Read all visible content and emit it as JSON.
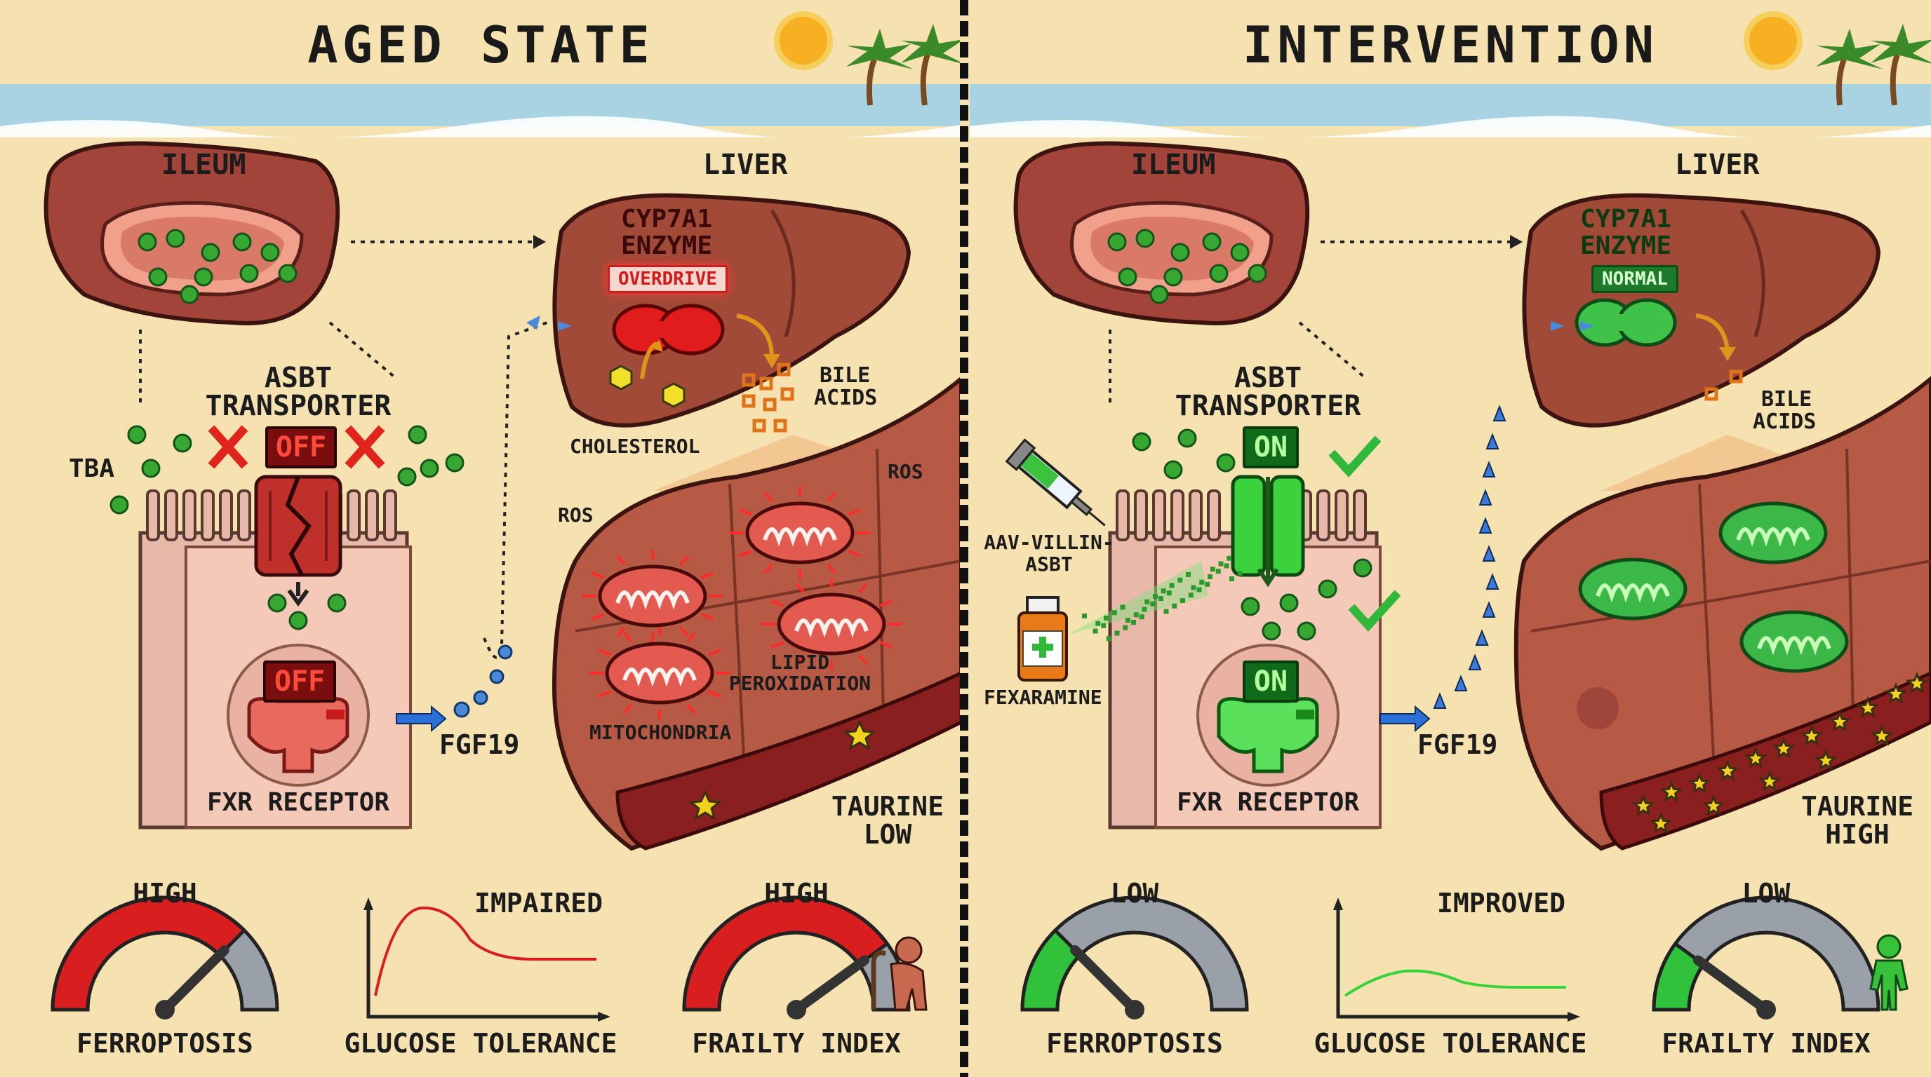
{
  "aged": {
    "title": "AGED STATE",
    "ileum": "ILEUM",
    "liver": "LIVER",
    "enzyme_line1": "CYP7A1",
    "enzyme_line2": "ENZYME",
    "enzyme_status": "OVERDRIVE",
    "bile_line1": "BILE",
    "bile_line2": "ACIDS",
    "cholesterol": "CHOLESTEROL",
    "asbt_line1": "ASBT",
    "asbt_line2": "TRANSPORTER",
    "asbt_status": "OFF",
    "tba": "TBA",
    "fxr_status": "OFF",
    "fxr_label": "FXR RECEPTOR",
    "fgf19": "FGF19",
    "ros_a": "ROS",
    "ros_b": "ROS",
    "lipid_line1": "LIPID",
    "lipid_line2": "PEROXIDATION",
    "mito": "MITOCHONDRIA",
    "taurine_line1": "TAURINE",
    "taurine_line2": "LOW",
    "gauge1_level": "HIGH",
    "gauge1_label": "FERROPTOSIS",
    "gauge1_value": 0.75,
    "graph_status": "IMPAIRED",
    "graph_label": "GLUCOSE TOLERANCE",
    "gauge2_level": "HIGH",
    "gauge2_label": "FRAILTY INDEX",
    "gauge2_value": 0.8
  },
  "intervention": {
    "title": "INTERVENTION",
    "ileum": "ILEUM",
    "liver": "LIVER",
    "enzyme_line1": "CYP7A1",
    "enzyme_line2": "ENZYME",
    "enzyme_status": "NORMAL",
    "bile_line1": "BILE",
    "bile_line2": "ACIDS",
    "asbt_line1": "ASBT",
    "asbt_line2": "TRANSPORTER",
    "asbt_status": "ON",
    "aav_line1": "AAV-VILLIN-",
    "aav_line2": "ASBT",
    "fexaramine": "FEXARAMINE",
    "fxr_status": "ON",
    "fxr_label": "FXR RECEPTOR",
    "fgf19": "FGF19",
    "taurine_line1": "TAURINE",
    "taurine_line2": "HIGH",
    "gauge1_level": "LOW",
    "gauge1_label": "FERROPTOSIS",
    "gauge1_value": 0.25,
    "graph_status": "IMPROVED",
    "graph_label": "GLUCOSE TOLERANCE",
    "gauge2_level": "LOW",
    "gauge2_label": "FRAILTY INDEX",
    "gauge2_value": 0.2
  },
  "colors": {
    "sand": "#f6e2b0",
    "ocean": "#a7d3e3",
    "alert_red": "#e0241c",
    "healthy_green": "#2fc23a",
    "organ": "#a14a38"
  }
}
